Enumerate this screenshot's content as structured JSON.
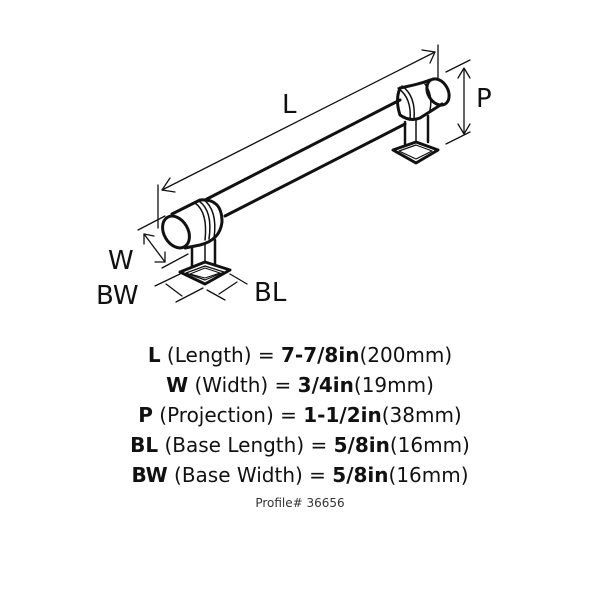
{
  "diagram": {
    "title": "Cabinet pull dimension drawing",
    "labels": {
      "L": "L",
      "P": "P",
      "W": "W",
      "BW": "BW",
      "BL": "BL"
    }
  },
  "specs": [
    {
      "code": "L",
      "desc": " (Length) = ",
      "imperial": "7-7/8in",
      "metric": "(200mm)"
    },
    {
      "code": "W",
      "desc": " (Width) = ",
      "imperial": "3/4in",
      "metric": "(19mm)"
    },
    {
      "code": "P",
      "desc": " (Projection) = ",
      "imperial": "1-1/2in",
      "metric": "(38mm)"
    },
    {
      "code": "BL",
      "desc": " (Base Length) = ",
      "imperial": "5/8in",
      "metric": "(16mm)"
    },
    {
      "code": "BW",
      "desc": " (Base Width) = ",
      "imperial": "5/8in",
      "metric": "(16mm)"
    }
  ],
  "profile": "Profile# 36656"
}
